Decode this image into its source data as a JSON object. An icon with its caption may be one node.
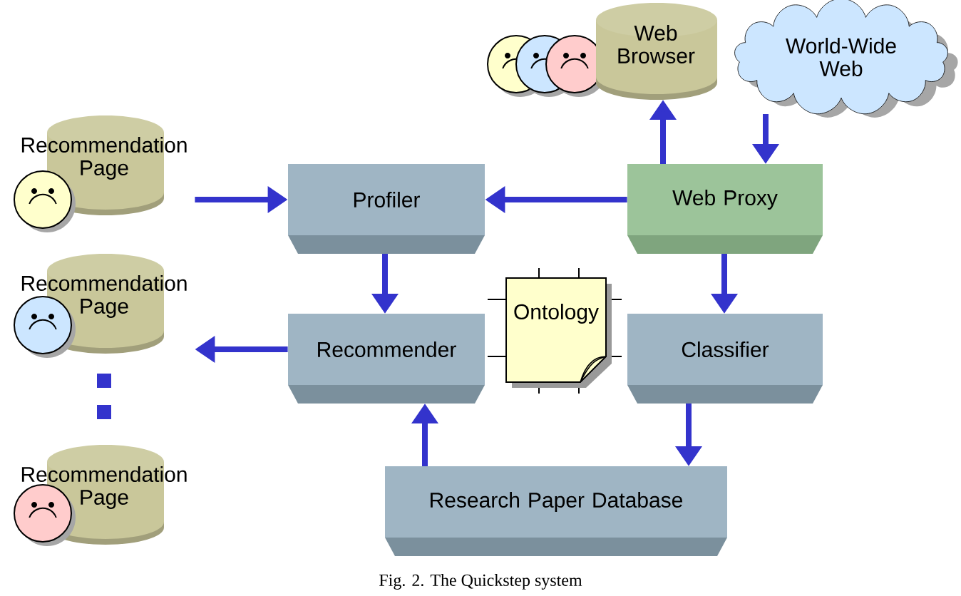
{
  "diagram": {
    "caption": "Fig. 2. The Quickstep system",
    "nodes": [
      {
        "text": [
          "Recommendation Page"
        ]
      },
      {
        "text": [
          "Recommendation Page"
        ]
      },
      {
        "text": [
          "Recommendation Page"
        ]
      },
      {
        "text": [
          "Web Browser"
        ]
      },
      {
        "text": [
          "World-Wide Web"
        ]
      },
      {
        "text": [
          "Profiler"
        ]
      },
      {
        "text": [
          "Web Proxy"
        ]
      },
      {
        "text": [
          "Recommender"
        ]
      },
      {
        "text": [
          "Ontology"
        ]
      },
      {
        "text": [
          "Classifier"
        ]
      },
      {
        "text": [
          "Research Paper Database"
        ]
      }
    ],
    "edges": [
      {
        "from": 0,
        "to": 5,
        "arrow": "to"
      },
      {
        "from": 6,
        "to": 5,
        "arrow": "to"
      },
      {
        "from": 6,
        "to": 3,
        "arrow": "to"
      },
      {
        "from": 4,
        "to": 6,
        "arrow": "to"
      },
      {
        "from": 5,
        "to": 7,
        "arrow": "to"
      },
      {
        "from": 6,
        "to": 9,
        "arrow": "to"
      },
      {
        "from": 7,
        "to": 1,
        "arrow": "to"
      },
      {
        "from": 9,
        "to": 10,
        "arrow": "to"
      },
      {
        "from": 10,
        "to": 7,
        "arrow": "to"
      }
    ]
  }
}
